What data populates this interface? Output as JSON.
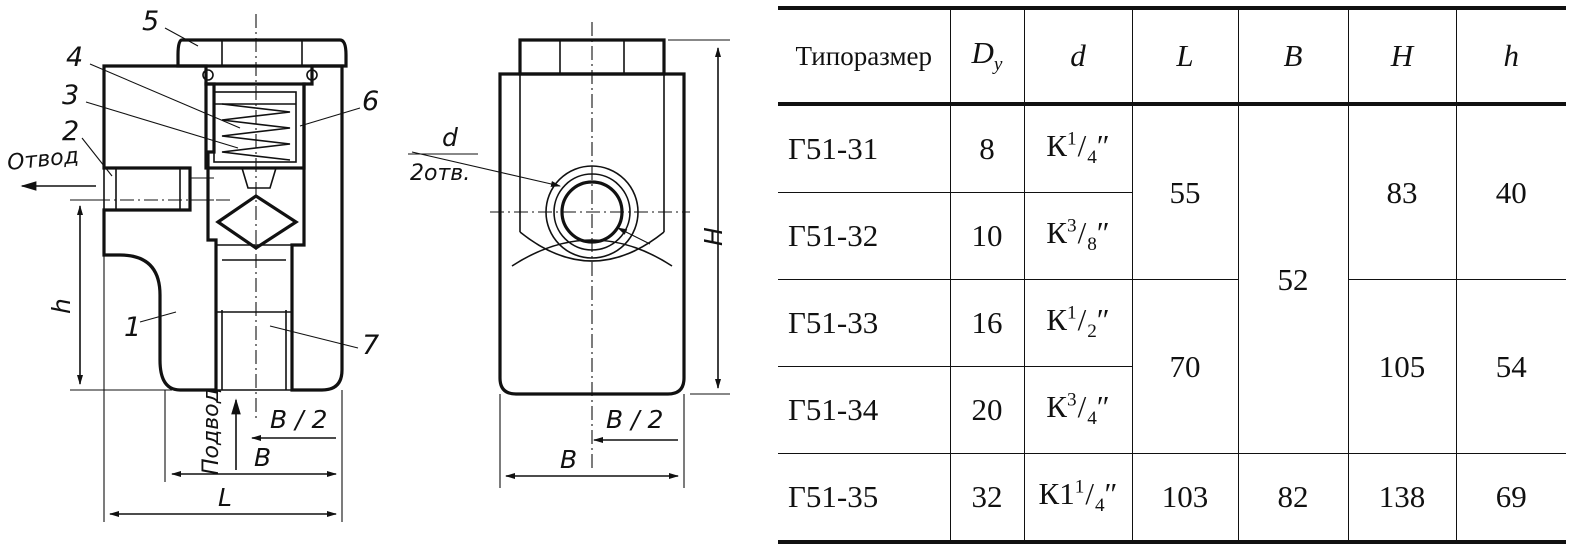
{
  "drawing": {
    "section_view": {
      "callouts": [
        "1",
        "2",
        "3",
        "4",
        "5",
        "6",
        "7"
      ],
      "outlet_label": "Отвод",
      "inlet_label": "Подвод",
      "dim_h": "h",
      "dim_half_b": "B / 2",
      "dim_b": "B",
      "dim_l": "L"
    },
    "side_view": {
      "dim_d": "d",
      "hole_note": "2отв.",
      "dim_h_big": "H",
      "dim_half_b": "B / 2",
      "dim_b": "B"
    }
  },
  "table": {
    "headers": {
      "type": "Типоразмер",
      "dy_main": "D",
      "dy_sub": "у",
      "d": "d",
      "L": "L",
      "B": "B",
      "H": "H",
      "h": "h"
    },
    "rows": [
      {
        "type": "Г51-31",
        "dy": "8",
        "d_prefix": "К",
        "d_num": "1",
        "d_den": "4",
        "d_mark": "″"
      },
      {
        "type": "Г51-32",
        "dy": "10",
        "d_prefix": "К",
        "d_num": "3",
        "d_den": "8",
        "d_mark": "″"
      },
      {
        "type": "Г51-33",
        "dy": "16",
        "d_prefix": "К",
        "d_num": "1",
        "d_den": "2",
        "d_mark": "″"
      },
      {
        "type": "Г51-34",
        "dy": "20",
        "d_prefix": "К",
        "d_num": "3",
        "d_den": "4",
        "d_mark": "″"
      },
      {
        "type": "Г51-35",
        "dy": "32",
        "d_prefix": "К1",
        "d_num": "1",
        "d_den": "4",
        "d_mark": "″"
      }
    ],
    "merged": {
      "L_31_32": "55",
      "L_33_34": "70",
      "L_35": "103",
      "B_31_34": "52",
      "B_35": "82",
      "H_31_32": "83",
      "H_33_34": "105",
      "H_35": "138",
      "h_31_32": "40",
      "h_33_34": "54",
      "h_35": "69"
    }
  }
}
